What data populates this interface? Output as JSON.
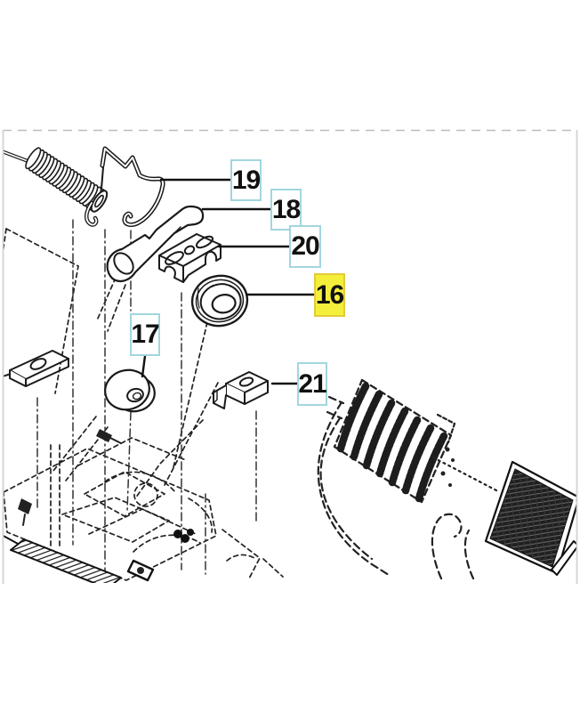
{
  "page": {
    "background": "#ffffff"
  },
  "diagram": {
    "type": "exploded-parts-diagram",
    "callouts": [
      {
        "label": "19",
        "highlighted": false
      },
      {
        "label": "18",
        "highlighted": false
      },
      {
        "label": "20",
        "highlighted": false
      },
      {
        "label": "16",
        "highlighted": true
      },
      {
        "label": "17",
        "highlighted": false
      },
      {
        "label": "21",
        "highlighted": false
      }
    ],
    "colors": {
      "callout_border": "#a2d6de",
      "callout_background": "#ffffff",
      "highlight_background": "#f4ef3b",
      "highlight_border": "#e3cb39",
      "line_art": "#1a1a1a",
      "frame_border": "#cfcfcf",
      "text": "#111111"
    }
  }
}
